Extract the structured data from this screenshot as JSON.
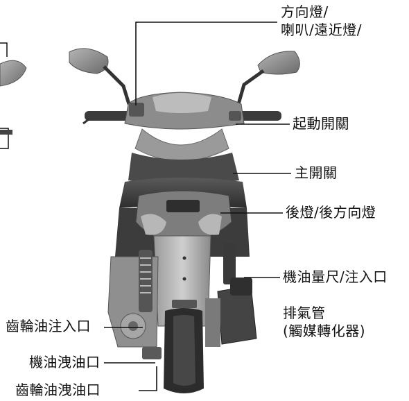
{
  "labels": {
    "turn_signal_line1": "方向燈/",
    "turn_signal_line2": "喇叭/遠近燈/",
    "starter_switch": "起動開關",
    "main_switch": "主開關",
    "tail_light": "後燈/後方向燈",
    "oil_dipstick": "機油量尺/注入口",
    "exhaust_line1": "排氣管",
    "exhaust_line2": "(觸媒轉化器)",
    "gear_oil_fill": "齒輪油注入口",
    "engine_oil_drain": "機油洩油口",
    "gear_oil_drain": "齒輪油洩油口"
  },
  "colors": {
    "body_dark": "#3a3a3a",
    "body_mid": "#6b6b6b",
    "body_light": "#a8a8a8",
    "mirror": "#8a8a8a",
    "leader_line": "#111111"
  }
}
